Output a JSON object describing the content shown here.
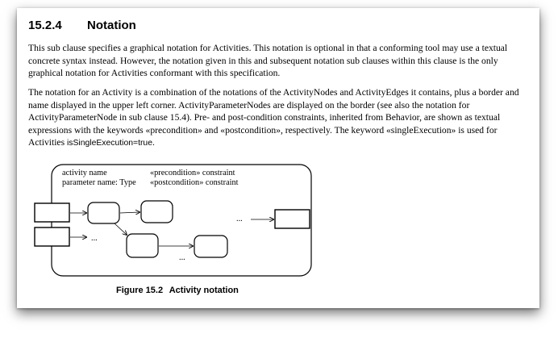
{
  "section": {
    "number": "15.2.4",
    "title": "Notation"
  },
  "paragraph1": "This sub clause specifies a graphical notation for Activities. This notation is optional in that a conforming tool may use a textual concrete syntax instead. However, the notation given in this and subsequent notation sub clauses within this clause is the only graphical notation for Activities conformant with this specification.",
  "paragraph2": {
    "text": "The notation for an Activity is a combination of the notations of the ActivityNodes and ActivityEdges it contains, plus a border and name displayed in the upper left corner. ActivityParameterNodes are displayed on the border (see also the notation for ActivityParameterNode in sub clause 15.4). Pre- and post-condition constraints, inherited from Behavior, are shown as textual expressions with the keywords «precondition» and «postcondition», respectively. The keyword «singleExecution» is used for Activities ",
    "code": "isSingleExecution=true",
    "end": "."
  },
  "figure": {
    "activity_name": "activity name",
    "parameter_label": "parameter name: Type",
    "precondition": "«precondition» constraint",
    "postcondition": "«postcondition» constraint",
    "ellipsis": "..."
  },
  "caption": {
    "number": "Figure 15.2",
    "title": "Activity notation"
  }
}
